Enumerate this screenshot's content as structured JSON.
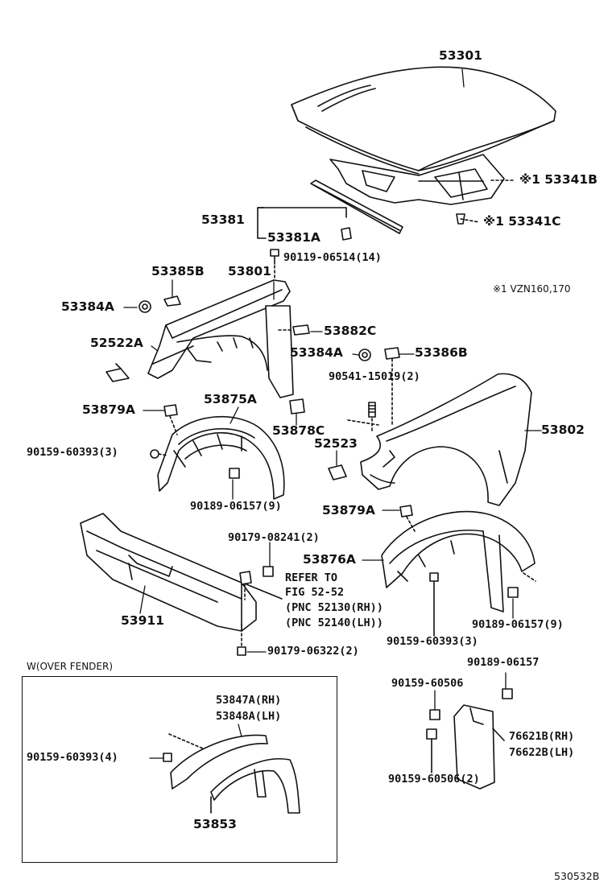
{
  "diagram_code": "530532B",
  "footnote": "※1 VZN160,170",
  "inset_title": "W(OVER FENDER)",
  "refer": {
    "line1": "REFER TO",
    "line2": "FIG 52-52",
    "line3": "(PNC 52130(RH))",
    "line4": "(PNC 52140(LH))"
  },
  "labels": {
    "p53301": "53301",
    "p53341B": "※1 53341B",
    "p53341C": "※1 53341C",
    "p53381": "53381",
    "p53381A": "53381A",
    "p90119": "90119-06514(14)",
    "p53385B": "53385B",
    "p53801": "53801",
    "p53384A_1": "53384A",
    "p53882C": "53882C",
    "p52522A": "52522A",
    "p53384A_2": "53384A",
    "p53386B": "53386B",
    "p90541": "90541-15019(2)",
    "p53879A_1": "53879A",
    "p53875A": "53875A",
    "p53878C": "53878C",
    "p52523": "52523",
    "p53802": "53802",
    "p90159_a": "90159-60393(3)",
    "p90189_a": "90189-06157(9)",
    "p53879A_2": "53879A",
    "p90179_a": "90179-08241(2)",
    "p53876A": "53876A",
    "p53911": "53911",
    "p90189_b": "90189-06157(9)",
    "p90159_b": "90159-60393(3)",
    "p90179_b": "90179-06322(2)",
    "p90189_c": "90189-06157",
    "p90159_c": "90159-60506",
    "p53847A": "53847A(RH)",
    "p53848A": "53848A(LH)",
    "p76621B": "76621B(RH)",
    "p76622B": "76622B(LH)",
    "p90159_d": "90159-60393(4)",
    "p90159_e": "90159-60506(2)",
    "p53853": "53853"
  }
}
